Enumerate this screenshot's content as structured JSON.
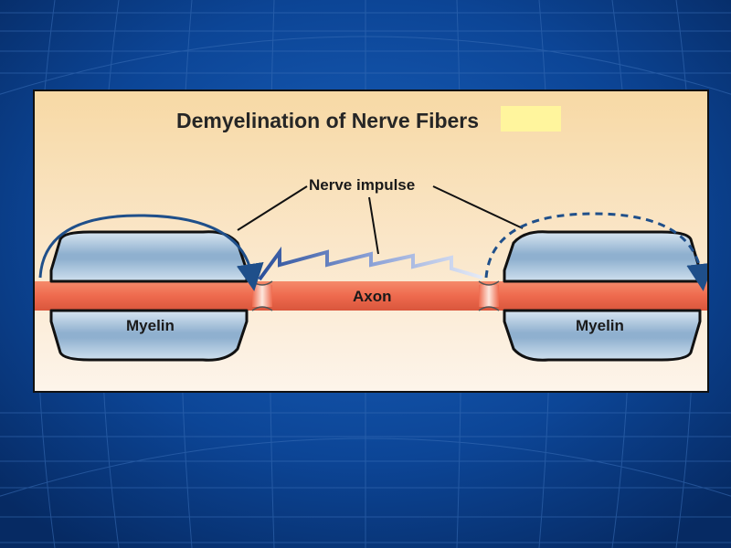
{
  "slide": {
    "background_color": "#0a3d8a",
    "grid_line_color": "#3a6fb8"
  },
  "diagram": {
    "title": "Demyelination of Nerve Fibers",
    "callout_label": "Nerve impulse",
    "axon_label": "Axon",
    "myelin_left_label": "Myelin",
    "myelin_right_label": "Myelin",
    "colors": {
      "axon": "#ee6a4e",
      "myelin_top": "#9ab8d3",
      "myelin_bottom": "#b6cfe2",
      "impulse_arc": "#1f4f8a",
      "highlight_box": "#fff59d",
      "outline": "#111111"
    }
  }
}
